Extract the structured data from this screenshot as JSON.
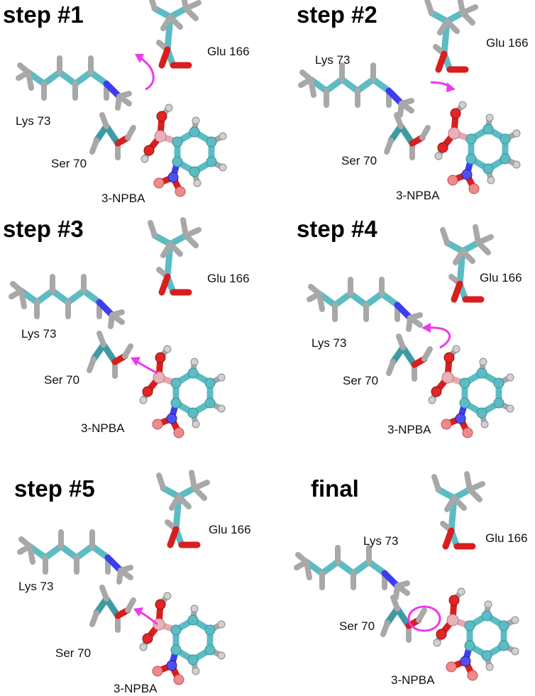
{
  "panels": [
    {
      "title": "step #1",
      "labels": {
        "glu": "Glu 166",
        "lys": "Lys 73",
        "ser": "Ser 70",
        "npba": "3-NPBA"
      }
    },
    {
      "title": "step #2",
      "labels": {
        "glu": "Glu 166",
        "lys": "Lys 73",
        "ser": "Ser 70",
        "npba": "3-NPBA"
      }
    },
    {
      "title": "step #3",
      "labels": {
        "glu": "Glu 166",
        "lys": "Lys 73",
        "ser": "Ser 70",
        "npba": "3-NPBA"
      }
    },
    {
      "title": "step #4",
      "labels": {
        "glu": "Glu 166",
        "lys": "Lys 73",
        "ser": "Ser 70",
        "npba": "3-NPBA"
      }
    },
    {
      "title": "step #5",
      "labels": {
        "glu": "Glu 166",
        "lys": "Lys 73",
        "ser": "Ser 70",
        "npba": "3-NPBA"
      }
    },
    {
      "title": "final",
      "labels": {
        "glu": "Glu 166",
        "lys": "Lys 73",
        "ser": "Ser 70",
        "npba": "3-NPBA"
      }
    }
  ],
  "colors": {
    "carbon": "#5cbcc4",
    "hydrogen": "#a8a8a8",
    "oxygen": "#d81e1e",
    "nitrogen": "#3d3df0",
    "boron": "#e6a8b0",
    "arrow": "#ee38ee"
  }
}
